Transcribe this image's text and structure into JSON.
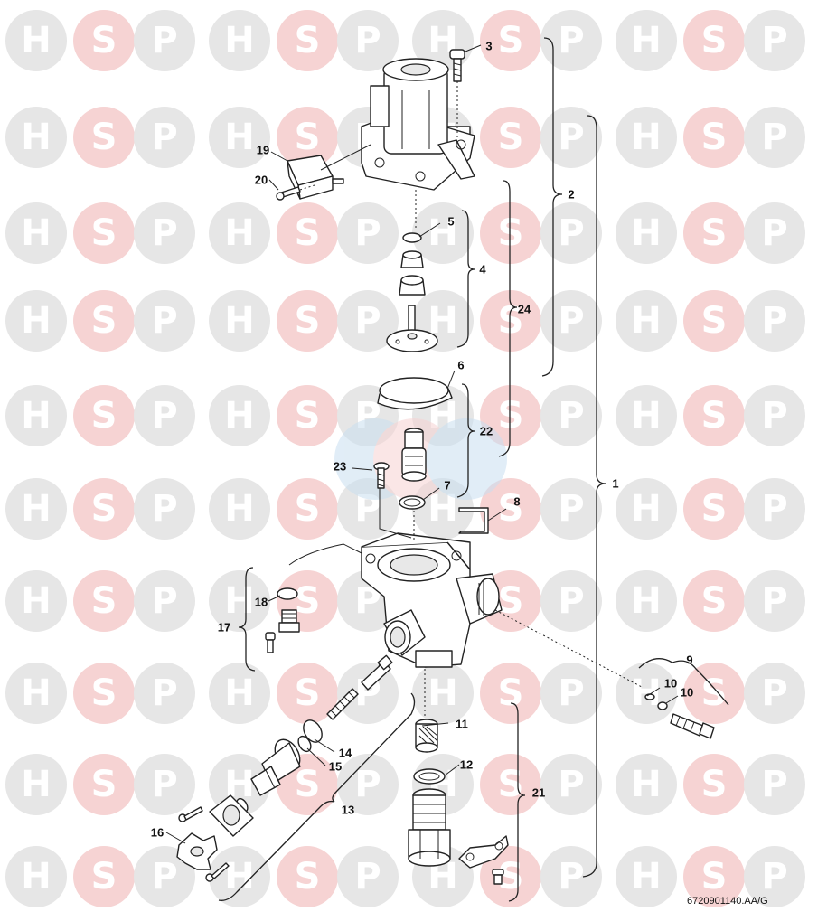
{
  "watermark": {
    "letters": [
      "H",
      "S",
      "P"
    ],
    "colors": {
      "grey": "#e6e6e6",
      "pink": "#f6d3d3",
      "blue": "#c9dff0"
    }
  },
  "callouts": {
    "c1": "1",
    "c2": "2",
    "c3": "3",
    "c4": "4",
    "c5": "5",
    "c6": "6",
    "c7": "7",
    "c8": "8",
    "c9": "9",
    "c10a": "10",
    "c10b": "10",
    "c11": "11",
    "c12": "12",
    "c13": "13",
    "c14": "14",
    "c15": "15",
    "c16": "16",
    "c17": "17",
    "c18": "18",
    "c19": "19",
    "c20": "20",
    "c21": "21",
    "c22": "22",
    "c23": "23",
    "c24": "24"
  },
  "drawing_ref": "6720901140.AA/G"
}
